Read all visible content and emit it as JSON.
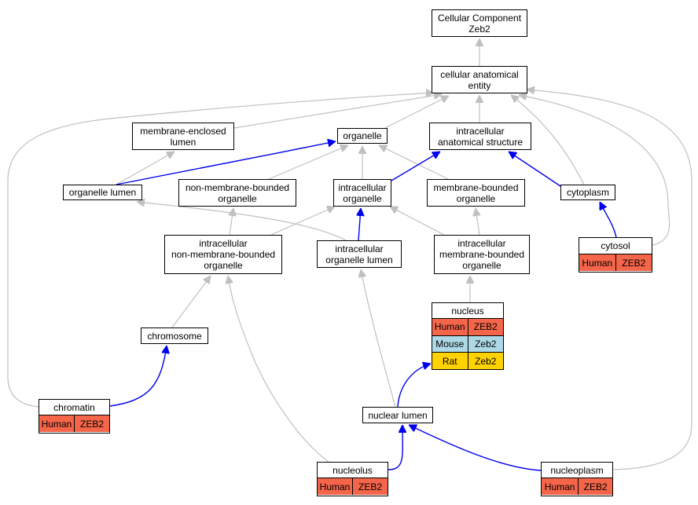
{
  "colors": {
    "Human": "#f4654a",
    "Mouse": "#add8e6",
    "Rat": "#ffd200",
    "edge_is_a": "#c0c0c0",
    "edge_part_of": "#0000ee"
  },
  "nodes": {
    "cc_root": {
      "label": "Cellular Component\nZeb2"
    },
    "cae": {
      "label": "cellular anatomical\nentity"
    },
    "mel": {
      "label": "membrane-enclosed\nlumen"
    },
    "organelle": {
      "label": "organelle"
    },
    "ias": {
      "label": "intracellular\nanatomical structure"
    },
    "org_lumen": {
      "label": "organelle lumen"
    },
    "nmbo": {
      "label": "non-membrane-bounded\norganelle"
    },
    "io": {
      "label": "intracellular\norganelle"
    },
    "mbo": {
      "label": "membrane-bounded\norganelle"
    },
    "cytoplasm": {
      "label": "cytoplasm"
    },
    "inmbo": {
      "label": "intracellular\nnon-membrane-bounded\norganelle"
    },
    "iol": {
      "label": "intracellular\norganelle lumen"
    },
    "imbo": {
      "label": "intracellular\nmembrane-bounded\norganelle"
    },
    "cytosol": {
      "label": "cytosol",
      "annotations": [
        {
          "species": "Human",
          "gene": "ZEB2"
        }
      ]
    },
    "nucleus": {
      "label": "nucleus",
      "annotations": [
        {
          "species": "Human",
          "gene": "ZEB2"
        },
        {
          "species": "Mouse",
          "gene": "Zeb2"
        },
        {
          "species": "Rat",
          "gene": "Zeb2"
        }
      ]
    },
    "chromosome": {
      "label": "chromosome"
    },
    "chromatin": {
      "label": "chromatin",
      "annotations": [
        {
          "species": "Human",
          "gene": "ZEB2"
        }
      ]
    },
    "nuclear_lumen": {
      "label": "nuclear lumen"
    },
    "nucleolus": {
      "label": "nucleolus",
      "annotations": [
        {
          "species": "Human",
          "gene": "ZEB2"
        }
      ]
    },
    "nucleoplasm": {
      "label": "nucleoplasm",
      "annotations": [
        {
          "species": "Human",
          "gene": "ZEB2"
        }
      ]
    }
  },
  "edges": [
    {
      "from": "cae",
      "to": "cc_root",
      "type": "is_a"
    },
    {
      "from": "mel",
      "to": "cae",
      "type": "is_a"
    },
    {
      "from": "organelle",
      "to": "cae",
      "type": "is_a"
    },
    {
      "from": "ias",
      "to": "cae",
      "type": "is_a"
    },
    {
      "from": "cytoplasm",
      "to": "cae",
      "type": "is_a"
    },
    {
      "from": "cytosol",
      "to": "cae",
      "type": "is_a"
    },
    {
      "from": "chromatin",
      "to": "cae",
      "type": "is_a"
    },
    {
      "from": "nucleoplasm",
      "to": "cae",
      "type": "is_a"
    },
    {
      "from": "org_lumen",
      "to": "mel",
      "type": "is_a"
    },
    {
      "from": "org_lumen",
      "to": "organelle",
      "type": "part_of"
    },
    {
      "from": "nmbo",
      "to": "organelle",
      "type": "is_a"
    },
    {
      "from": "io",
      "to": "organelle",
      "type": "is_a"
    },
    {
      "from": "mbo",
      "to": "organelle",
      "type": "is_a"
    },
    {
      "from": "io",
      "to": "ias",
      "type": "part_of"
    },
    {
      "from": "cytoplasm",
      "to": "ias",
      "type": "part_of"
    },
    {
      "from": "cytosol",
      "to": "cytoplasm",
      "type": "part_of"
    },
    {
      "from": "inmbo",
      "to": "nmbo",
      "type": "is_a"
    },
    {
      "from": "inmbo",
      "to": "io",
      "type": "is_a"
    },
    {
      "from": "iol",
      "to": "io",
      "type": "part_of"
    },
    {
      "from": "iol",
      "to": "org_lumen",
      "type": "is_a"
    },
    {
      "from": "imbo",
      "to": "io",
      "type": "is_a"
    },
    {
      "from": "imbo",
      "to": "mbo",
      "type": "is_a"
    },
    {
      "from": "nucleus",
      "to": "imbo",
      "type": "is_a"
    },
    {
      "from": "chromosome",
      "to": "inmbo",
      "type": "is_a"
    },
    {
      "from": "nucleolus",
      "to": "inmbo",
      "type": "is_a"
    },
    {
      "from": "chromatin",
      "to": "chromosome",
      "type": "part_of"
    },
    {
      "from": "nuclear_lumen",
      "to": "iol",
      "type": "is_a"
    },
    {
      "from": "nuclear_lumen",
      "to": "nucleus",
      "type": "part_of"
    },
    {
      "from": "nucleolus",
      "to": "nuclear_lumen",
      "type": "part_of"
    },
    {
      "from": "nucleoplasm",
      "to": "nuclear_lumen",
      "type": "part_of"
    }
  ]
}
